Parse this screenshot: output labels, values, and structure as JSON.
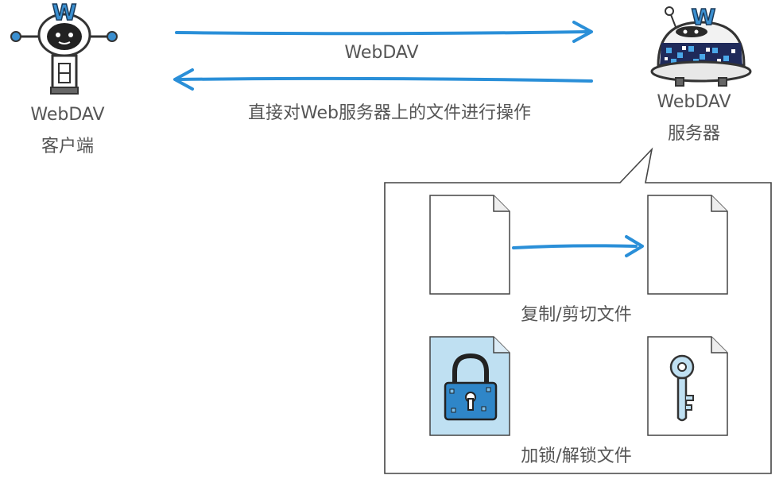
{
  "client": {
    "logo_letter": "W",
    "line1": "WebDAV",
    "line2": "客户端"
  },
  "server": {
    "logo_letter": "W",
    "line1": "WebDAV",
    "line2": "服务器"
  },
  "arrows": {
    "request_label": "WebDAV",
    "response_label": "直接对Web服务器上的文件进行操作"
  },
  "operations": {
    "copy_label": "复制/剪切文件",
    "lock_label": "加锁/解锁文件"
  },
  "colors": {
    "arrow_blue": "#2a8fd8",
    "w_logo": "#3a8fd0",
    "locked_doc_fill": "#bfe0f2",
    "lock_blue": "#2f86c8"
  }
}
